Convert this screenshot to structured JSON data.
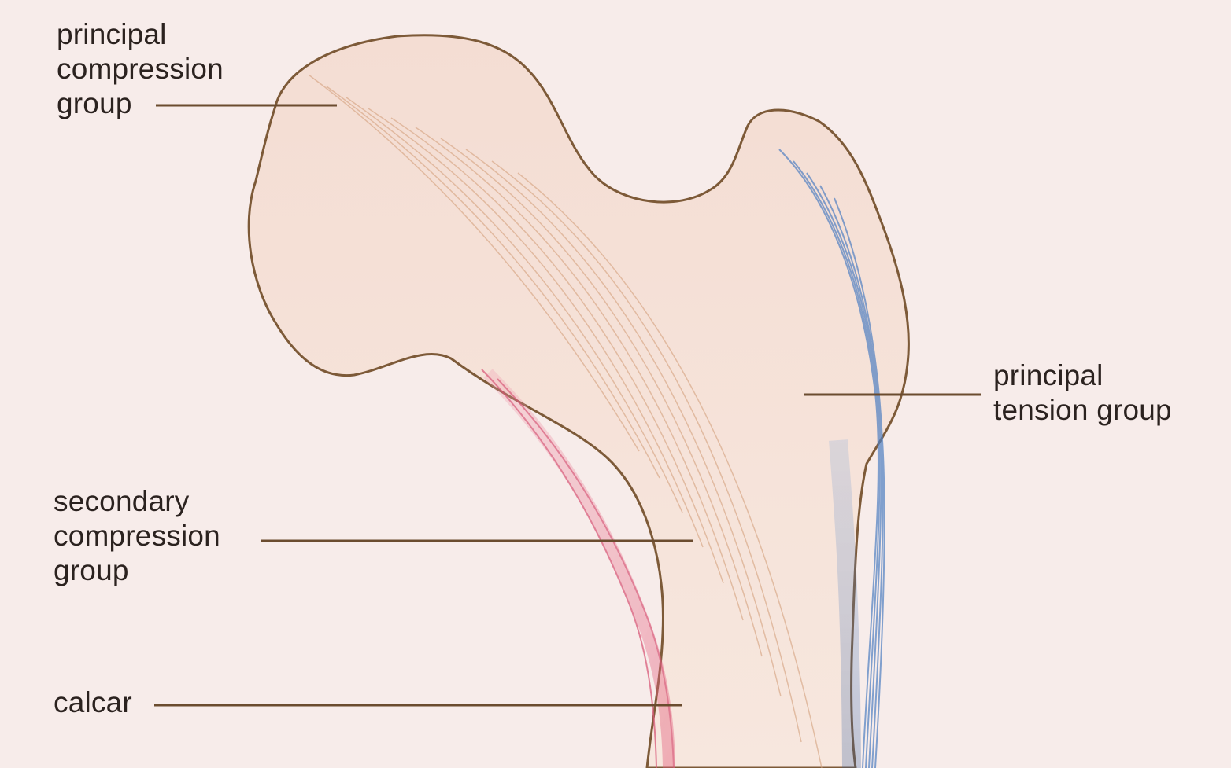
{
  "diagram": {
    "labels": {
      "principal_compression": [
        "principal",
        "compression",
        "group"
      ],
      "principal_tension": [
        "principal",
        "tension group"
      ],
      "secondary_compression": [
        "secondary",
        "compression",
        "group"
      ],
      "calcar": "calcar"
    },
    "colors": {
      "background": "#f7ecea",
      "bone_fill": "#f6e1d8",
      "bone_outline": "#7d5a38",
      "compression_lines": "#d4a07c",
      "tension_lines": "#4f7fc2",
      "secondary_lines": "#d95b7a",
      "leader_lines": "#6b4c2f"
    }
  }
}
